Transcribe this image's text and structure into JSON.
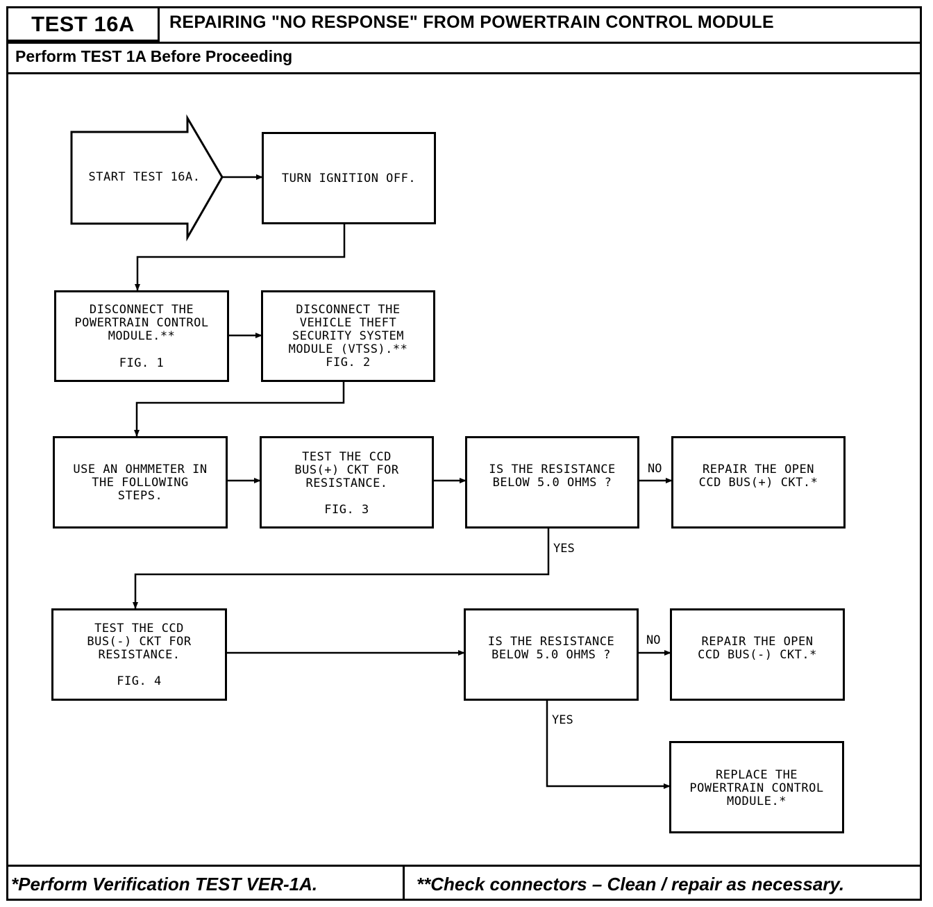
{
  "header": {
    "test_id": "TEST 16A",
    "title": "REPAIRING \"NO RESPONSE\" FROM POWERTRAIN CONTROL MODULE",
    "prerequisite": "Perform TEST 1A Before Proceeding"
  },
  "footer": {
    "left": "*Perform Verification TEST VER-1A.",
    "right": "**Check connectors – Clean / repair as necessary."
  },
  "flow": {
    "start": "START TEST 16A.",
    "ignition_off": "TURN IGNITION OFF.",
    "disconnect_pcm": "DISCONNECT THE\nPOWERTRAIN CONTROL\nMODULE.**",
    "disconnect_pcm_fig": "FIG. 1",
    "disconnect_vtss": "DISCONNECT THE\nVEHICLE THEFT\nSECURITY SYSTEM\nMODULE (VTSS).**\nFIG. 2",
    "ohmmeter": "USE AN OHMMETER IN\nTHE FOLLOWING\nSTEPS.",
    "test_bus_plus": "TEST THE CCD\nBUS(+) CKT FOR\nRESISTANCE.",
    "test_bus_plus_fig": "FIG. 3",
    "question1": "IS THE RESISTANCE\nBELOW 5.0 OHMS ?",
    "no1": "NO",
    "repair_plus": "REPAIR THE OPEN\nCCD BUS(+) CKT.*",
    "yes1": "YES",
    "test_bus_minus": "TEST THE CCD\nBUS(-) CKT FOR\nRESISTANCE.",
    "test_bus_minus_fig": "FIG. 4",
    "question2": "IS THE RESISTANCE\nBELOW 5.0 OHMS ?",
    "no2": "NO",
    "repair_minus": "REPAIR THE OPEN\nCCD BUS(-) CKT.*",
    "yes2": "YES",
    "replace_pcm": "REPLACE THE\nPOWERTRAIN CONTROL\nMODULE.*"
  }
}
